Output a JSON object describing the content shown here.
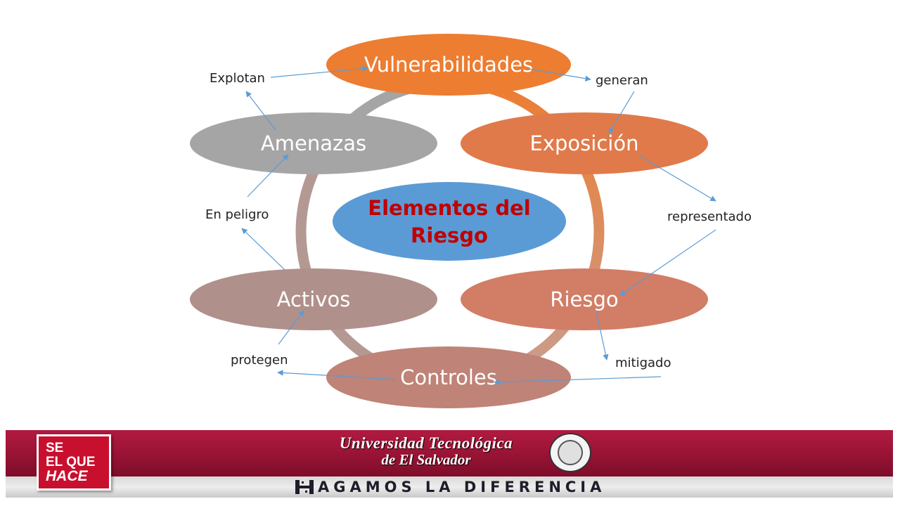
{
  "diagram": {
    "center": {
      "line1": "Elementos del",
      "line2": "Riesgo",
      "color": "#5b9bd5",
      "text_color": "#c00000"
    },
    "nodes": [
      {
        "id": "vulnerabilidades",
        "label": "Vulnerabilidades",
        "color": "#ed7d31"
      },
      {
        "id": "exposicion",
        "label": "Exposición",
        "color": "#e07a4a"
      },
      {
        "id": "riesgo",
        "label": "Riesgo",
        "color": "#d27d66"
      },
      {
        "id": "controles",
        "label": "Controles",
        "color": "#bf8377"
      },
      {
        "id": "activos",
        "label": "Activos",
        "color": "#b0908b"
      },
      {
        "id": "amenazas",
        "label": "Amenazas",
        "color": "#a5a5a5"
      }
    ],
    "edge_labels": {
      "explotan": "Explotan",
      "generan": "generan",
      "representado": "representado",
      "mitigado": "mitigado",
      "protegen": "protegen",
      "en_peligro": "En peligro"
    },
    "arrow_color": "#5b9bd5"
  },
  "footer": {
    "badge": {
      "line1": "SE",
      "line2": "EL QUE",
      "line3": "HACE"
    },
    "university": {
      "line1": "Universidad Tecnológica",
      "line2": "de El Salvador"
    },
    "slogan": "AGAMOS LA DIFERENCIA",
    "brand_color": "#9e1638"
  }
}
